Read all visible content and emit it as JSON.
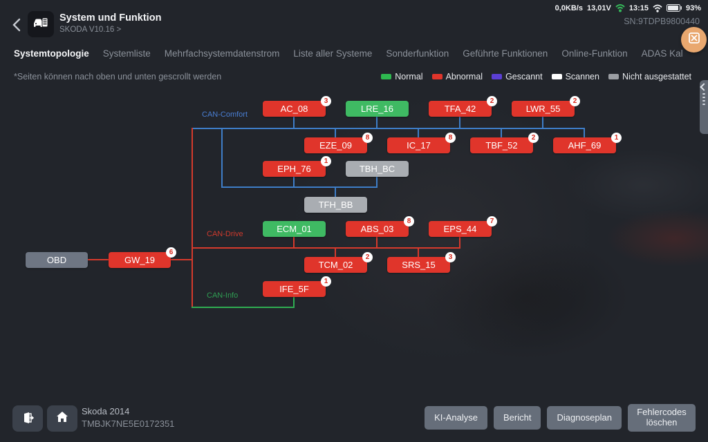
{
  "status_bar": {
    "net_speed": "0,0KB/s",
    "voltage": "13,01V",
    "time": "13:15",
    "battery_pct": "93%",
    "serial": "SN:9TDPB9800440"
  },
  "header": {
    "title": "System und Funktion",
    "subtitle": "SKODA V10.16 >"
  },
  "tabs": [
    {
      "label": "Systemtopologie",
      "active": true
    },
    {
      "label": "Systemliste",
      "active": false
    },
    {
      "label": "Mehrfachsystemdatenstrom",
      "active": false
    },
    {
      "label": "Liste aller Systeme",
      "active": false
    },
    {
      "label": "Sonderfunktion",
      "active": false
    },
    {
      "label": "Geführte Funktionen",
      "active": false
    },
    {
      "label": "Online-Funktion",
      "active": false
    },
    {
      "label": "ADAS Kal",
      "active": false
    }
  ],
  "note": "*Seiten können nach oben und unten gescrollt werden",
  "legend": [
    {
      "label": "Normal",
      "color": "#2eb84f"
    },
    {
      "label": "Abnormal",
      "color": "#e0352b"
    },
    {
      "label": "Gescannt",
      "color": "#5b3fd4"
    },
    {
      "label": "Scannen",
      "color": "#ffffff"
    },
    {
      "label": "Nicht ausgestattet",
      "color": "#9b9ea3"
    }
  ],
  "topology": {
    "bus_labels": [
      {
        "text": "CAN-Comfort",
        "color": "#4a7fd4"
      },
      {
        "text": "CAN-Drive",
        "color": "#cf3a2d"
      },
      {
        "text": "CAN-Info",
        "color": "#2f9e53"
      }
    ],
    "nodes": [
      {
        "id": "AC_08",
        "status": "abnormal",
        "badge": "3"
      },
      {
        "id": "LRE_16",
        "status": "normal",
        "badge": ""
      },
      {
        "id": "TFA_42",
        "status": "abnormal",
        "badge": "2"
      },
      {
        "id": "LWR_55",
        "status": "abnormal",
        "badge": "2"
      },
      {
        "id": "EZE_09",
        "status": "abnormal",
        "badge": "8"
      },
      {
        "id": "IC_17",
        "status": "abnormal",
        "badge": "8"
      },
      {
        "id": "TBF_52",
        "status": "abnormal",
        "badge": "2"
      },
      {
        "id": "AHF_69",
        "status": "abnormal",
        "badge": "1"
      },
      {
        "id": "EPH_76",
        "status": "abnormal",
        "badge": "1"
      },
      {
        "id": "TBH_BC",
        "status": "not-equipped",
        "badge": ""
      },
      {
        "id": "TFH_BB",
        "status": "not-equipped",
        "badge": ""
      },
      {
        "id": "ECM_01",
        "status": "normal",
        "badge": ""
      },
      {
        "id": "ABS_03",
        "status": "abnormal",
        "badge": "8"
      },
      {
        "id": "EPS_44",
        "status": "abnormal",
        "badge": "7"
      },
      {
        "id": "TCM_02",
        "status": "abnormal",
        "badge": "2"
      },
      {
        "id": "SRS_15",
        "status": "abnormal",
        "badge": "3"
      },
      {
        "id": "OBD",
        "status": "connector",
        "badge": ""
      },
      {
        "id": "GW_19",
        "status": "abnormal",
        "badge": "6"
      },
      {
        "id": "IFE_5F",
        "status": "abnormal",
        "badge": "1"
      }
    ]
  },
  "footer": {
    "vehicle": "Skoda  2014",
    "vin": "TMBJK7NE5E0172351",
    "buttons": [
      {
        "label": "KI-Analyse"
      },
      {
        "label": "Bericht"
      },
      {
        "label": "Diagnoseplan"
      },
      {
        "label": "Fehlercodes löschen"
      }
    ]
  }
}
